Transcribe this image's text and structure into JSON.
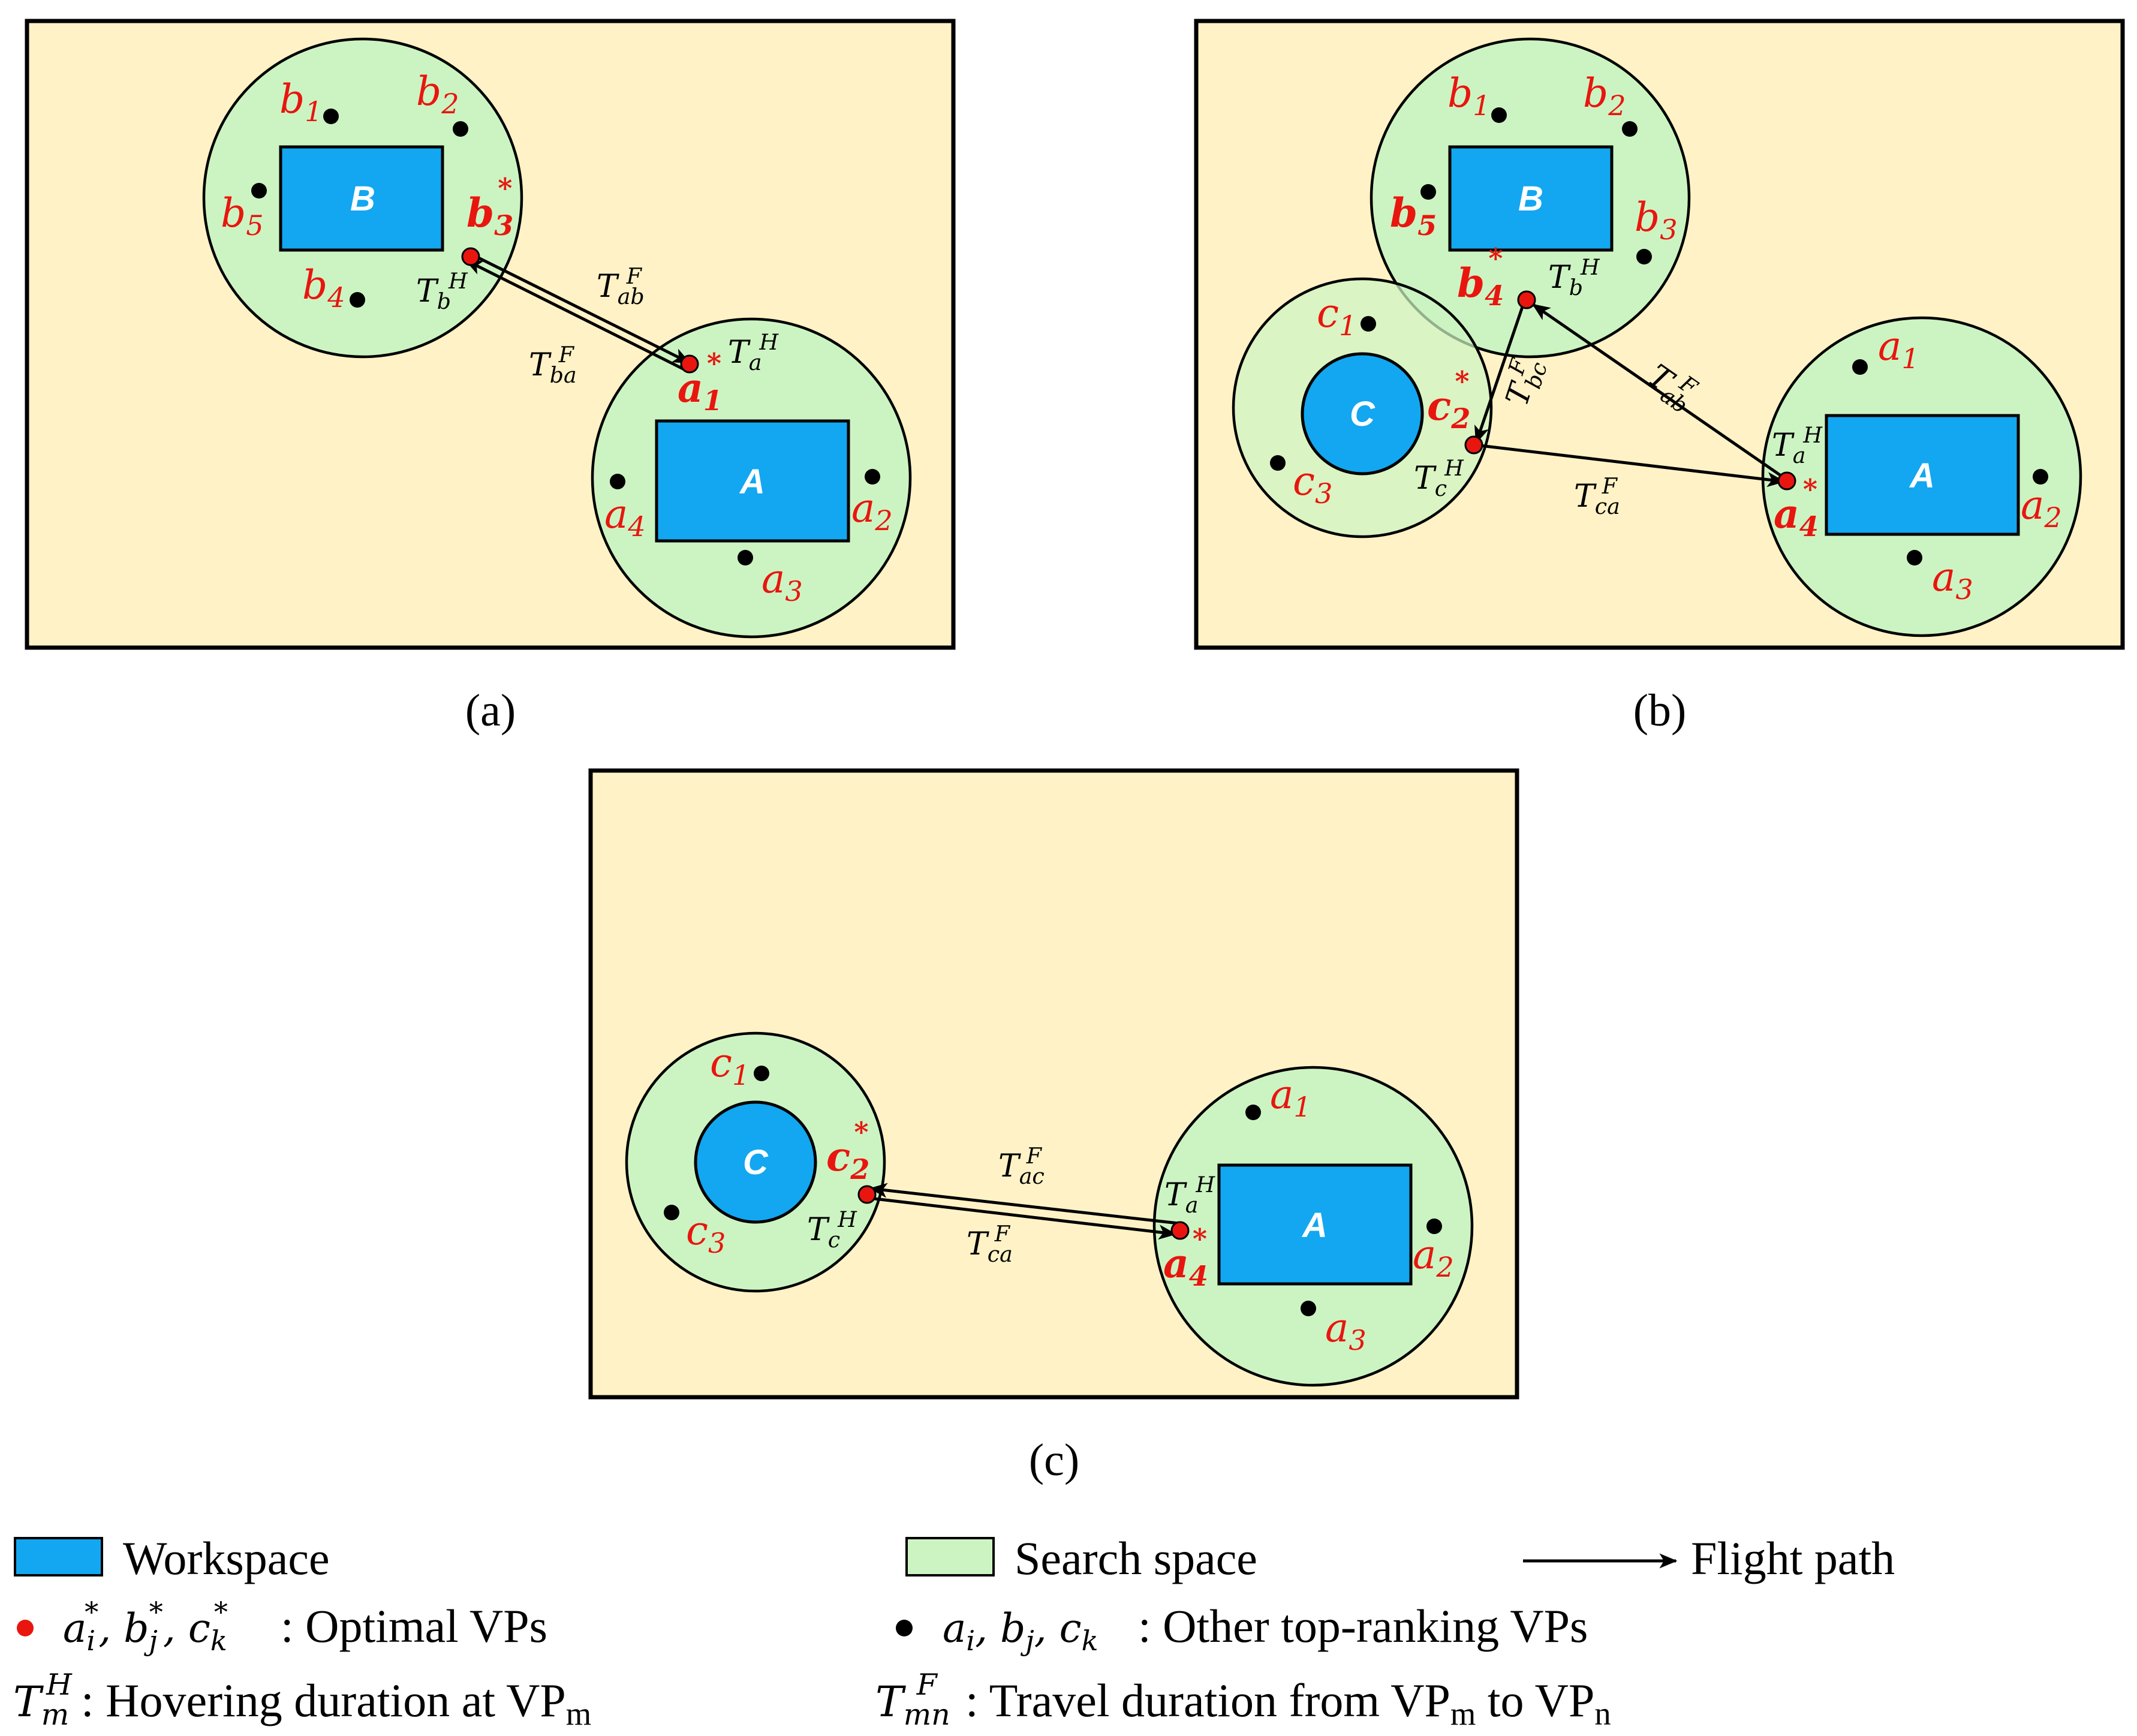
{
  "panel_a": {
    "caption": "(a)",
    "workspaces": [
      {
        "label": "B"
      },
      {
        "label": "A"
      }
    ],
    "vps": {
      "b1": {
        "base": "b",
        "sub": "1"
      },
      "b2": {
        "base": "b",
        "sub": "2"
      },
      "b3": {
        "base": "b",
        "sub": "3",
        "sup": "*"
      },
      "b4": {
        "base": "b",
        "sub": "4"
      },
      "b5": {
        "base": "b",
        "sub": "5"
      },
      "a1": {
        "base": "a",
        "sub": "1",
        "sup": "*"
      },
      "a2": {
        "base": "a",
        "sub": "2"
      },
      "a3": {
        "base": "a",
        "sub": "3"
      },
      "a4": {
        "base": "a",
        "sub": "4"
      }
    },
    "times": {
      "hb": {
        "T": "T",
        "sub": "b",
        "sup": "H"
      },
      "ha": {
        "T": "T",
        "sub": "a",
        "sup": "H"
      },
      "fab": {
        "T": "T",
        "sub": "ab",
        "sup": "F"
      },
      "fba": {
        "T": "T",
        "sub": "ba",
        "sup": "F"
      }
    }
  },
  "panel_b": {
    "caption": "(b)",
    "workspaces": [
      {
        "label": "B"
      },
      {
        "label": "C"
      },
      {
        "label": "A"
      }
    ],
    "vps": {
      "b1": {
        "base": "b",
        "sub": "1"
      },
      "b2": {
        "base": "b",
        "sub": "2"
      },
      "b3": {
        "base": "b",
        "sub": "3"
      },
      "b4": {
        "base": "b",
        "sub": "4",
        "sup": "*"
      },
      "b5": {
        "base": "b",
        "sub": "5"
      },
      "c1": {
        "base": "c",
        "sub": "1"
      },
      "c2": {
        "base": "c",
        "sub": "2",
        "sup": "*"
      },
      "c3": {
        "base": "c",
        "sub": "3"
      },
      "a1": {
        "base": "a",
        "sub": "1"
      },
      "a2": {
        "base": "a",
        "sub": "2"
      },
      "a3": {
        "base": "a",
        "sub": "3"
      },
      "a4": {
        "base": "a",
        "sub": "4",
        "sup": "*"
      }
    },
    "times": {
      "hb": {
        "T": "T",
        "sub": "b",
        "sup": "H"
      },
      "hc": {
        "T": "T",
        "sub": "c",
        "sup": "H"
      },
      "ha": {
        "T": "T",
        "sub": "a",
        "sup": "H"
      },
      "fbc": {
        "T": "T",
        "sub": "bc",
        "sup": "F"
      },
      "fab": {
        "T": "T",
        "sub": "ab",
        "sup": "F"
      },
      "fca": {
        "T": "T",
        "sub": "ca",
        "sup": "F"
      }
    }
  },
  "panel_c": {
    "caption": "(c)",
    "workspaces": [
      {
        "label": "C"
      },
      {
        "label": "A"
      }
    ],
    "vps": {
      "c1": {
        "base": "c",
        "sub": "1"
      },
      "c2": {
        "base": "c",
        "sub": "2",
        "sup": "*"
      },
      "c3": {
        "base": "c",
        "sub": "3"
      },
      "a1": {
        "base": "a",
        "sub": "1"
      },
      "a2": {
        "base": "a",
        "sub": "2"
      },
      "a3": {
        "base": "a",
        "sub": "3"
      },
      "a4": {
        "base": "a",
        "sub": "4",
        "sup": "*"
      }
    },
    "times": {
      "hc": {
        "T": "T",
        "sub": "c",
        "sup": "H"
      },
      "ha": {
        "T": "T",
        "sub": "a",
        "sup": "H"
      },
      "fac": {
        "T": "T",
        "sub": "ac",
        "sup": "F"
      },
      "fca": {
        "T": "T",
        "sub": "ca",
        "sup": "F"
      }
    }
  },
  "legend": {
    "workspace": "Workspace",
    "search_space": "Search space",
    "flight_path": "Flight path",
    "optimal_symbols": {
      "a": "a",
      "i": "i",
      "b": "b",
      "j": "j",
      "c": "c",
      "k": "k",
      "star": "*",
      "sep": ", "
    },
    "optimal_text": ": Optimal VPs",
    "other_text": ": Other top-ranking VPs",
    "hover": {
      "T": "T",
      "sub": "m",
      "sup": "H",
      "text": ": Hovering duration at  VP",
      "vp_sub": "m"
    },
    "travel": {
      "T": "T",
      "sub": "mn",
      "sup": "F",
      "text": ": Travel duration from  VP",
      "vp_sub1": "m",
      "mid": " to  VP",
      "vp_sub2": "n"
    }
  },
  "colors": {
    "panel_bg": "#FFF2C6",
    "search_space": "#CCF4C2",
    "workspace": "#12A7F0",
    "optimal_vp": "#E8160F",
    "other_vp": "#000000"
  }
}
